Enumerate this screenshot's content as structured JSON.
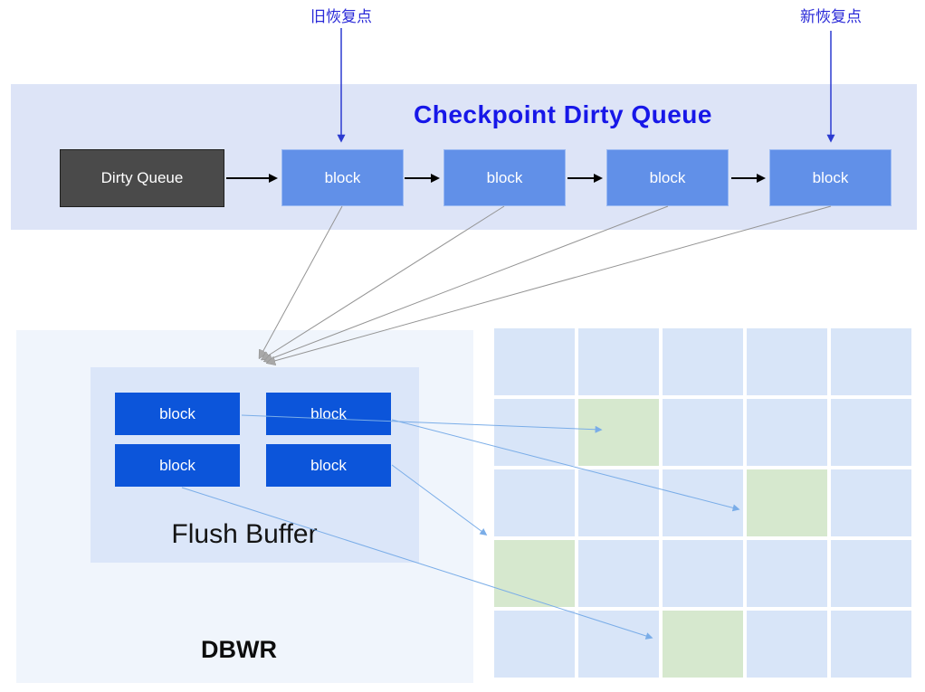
{
  "labels": {
    "old_recovery_point": "旧恢复点",
    "new_recovery_point": "新恢复点"
  },
  "checkpoint_queue": {
    "title": "Checkpoint Dirty Queue",
    "head_label": "Dirty Queue",
    "blocks": [
      "block",
      "block",
      "block",
      "block"
    ]
  },
  "dbwr": {
    "label": "DBWR",
    "flush_buffer": {
      "label": "Flush Buffer",
      "blocks": [
        "block",
        "block",
        "block",
        "block"
      ]
    }
  },
  "disk_grid": {
    "rows": 5,
    "cols": 5,
    "green_cells": [
      [
        1,
        1
      ],
      [
        2,
        3
      ],
      [
        3,
        0
      ],
      [
        4,
        2
      ]
    ]
  },
  "colors": {
    "banner-bg": "#dde4f7",
    "title-blue": "#1717e8",
    "label-blue": "#2a2ad8",
    "pointer-arrow-blue": "#2c3bd0",
    "queue-block-fill": "#6190e8",
    "queue-block-border": "#9bbaf3",
    "head-box-fill": "#4a4a4a",
    "head-box-border": "#1f1f1f",
    "dbwr-panel-bg": "#f0f5fc",
    "flush-box-bg": "#dbe6f9",
    "flush-block-fill": "#0c55da",
    "grid-cell-bg": "#d8e5f8",
    "grid-cell-green": "#d6e8ce",
    "arrow-gray": "#949494",
    "arrow-sky": "#7aade8",
    "arrow-black": "#000000"
  }
}
